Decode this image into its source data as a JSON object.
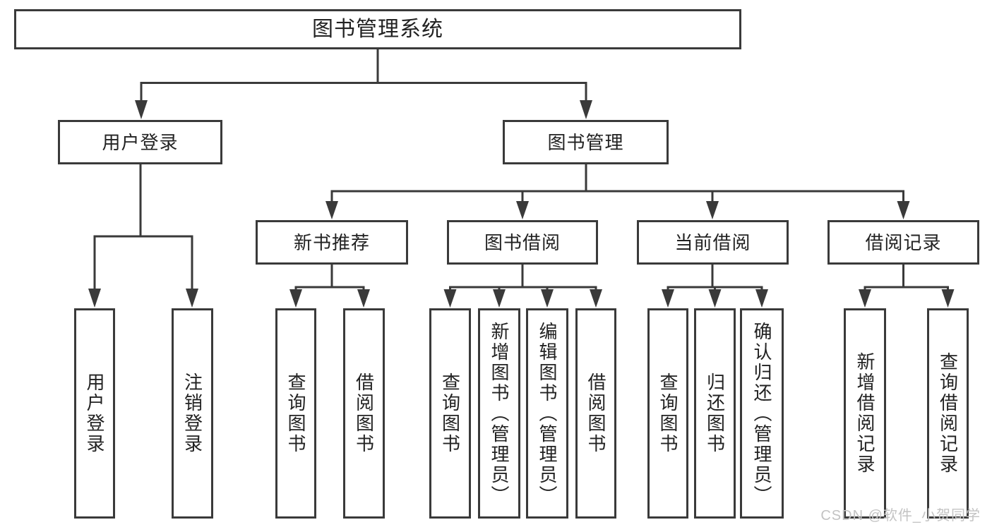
{
  "diagram_title": "图书管理系统",
  "colors": {
    "line": "#3a3a3a",
    "box_border": "#3a3a3a",
    "text": "#222222",
    "background": "#ffffff",
    "watermark": "#c3c3c3"
  },
  "tree": {
    "label": "图书管理系统",
    "children": [
      {
        "label": "用户登录",
        "children": [
          {
            "label": "用户登录"
          },
          {
            "label": "注销登录"
          }
        ]
      },
      {
        "label": "图书管理",
        "children": [
          {
            "label": "新书推荐",
            "children": [
              {
                "label": "查询图书"
              },
              {
                "label": "借阅图书"
              }
            ]
          },
          {
            "label": "图书借阅",
            "children": [
              {
                "label": "查询图书"
              },
              {
                "label": "新增图书（管理员）"
              },
              {
                "label": "编辑图书（管理员）"
              },
              {
                "label": "借阅图书"
              }
            ]
          },
          {
            "label": "当前借阅",
            "children": [
              {
                "label": "查询图书"
              },
              {
                "label": "归还图书"
              },
              {
                "label": "确认归还（管理员）"
              }
            ]
          },
          {
            "label": "借阅记录",
            "children": [
              {
                "label": "新增借阅记录"
              },
              {
                "label": "查询借阅记录"
              }
            ]
          }
        ]
      }
    ]
  },
  "watermark": {
    "text": "CSDN @软件_小贺同学"
  }
}
